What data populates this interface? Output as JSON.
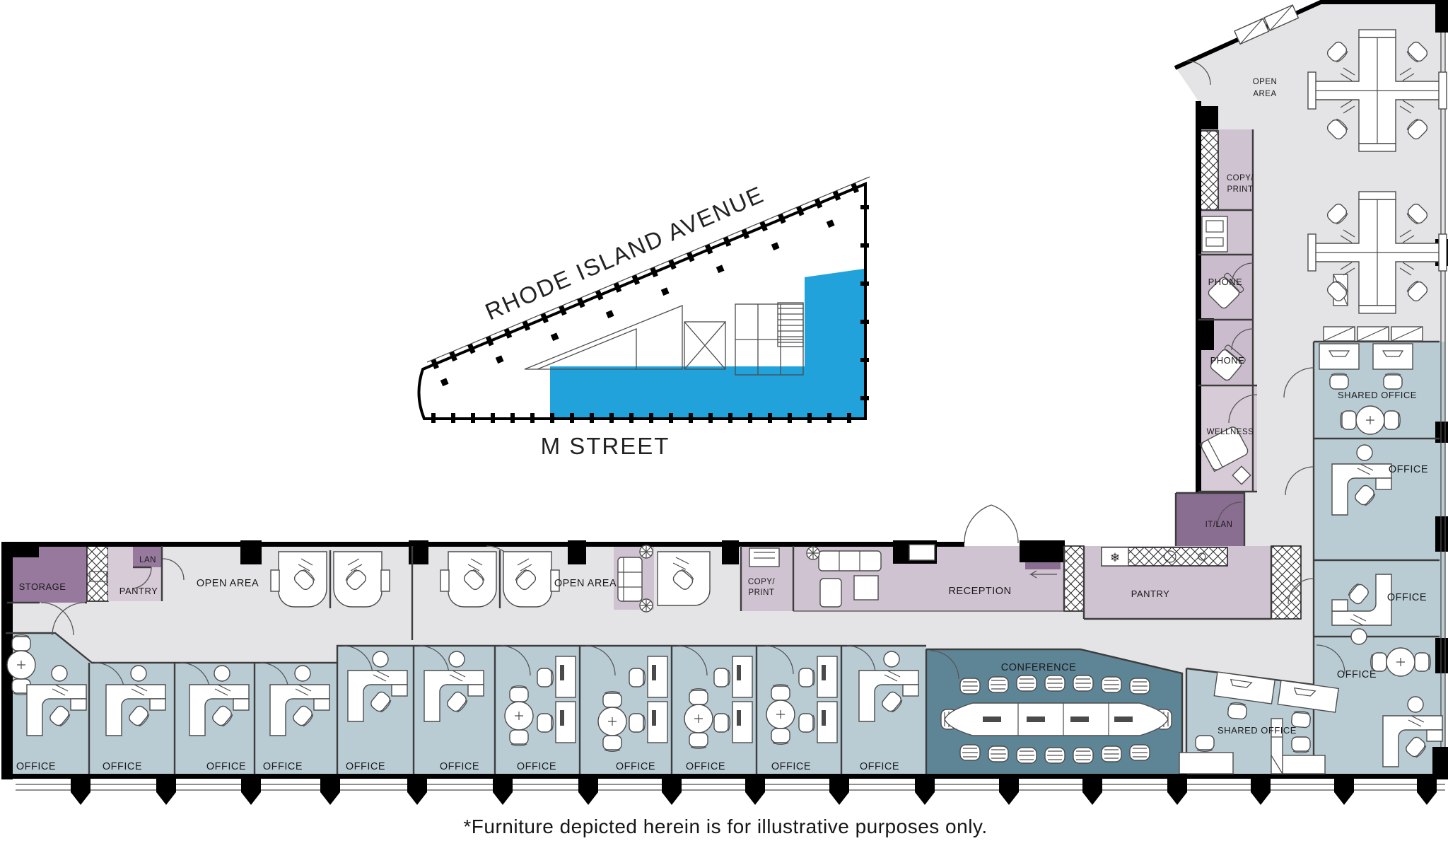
{
  "site_key": {
    "street_top": "RHODE ISLAND AVENUE",
    "street_bottom": "M STREET"
  },
  "labels": {
    "storage": "STORAGE",
    "lan": "LAN",
    "pantry": "PANTRY",
    "open_area": "OPEN AREA",
    "open": "OPEN",
    "area": "AREA",
    "copy": "COPY/",
    "print": "PRINT",
    "phone": "PHONE",
    "wellness": "WELLNESS",
    "it_lan": "IT/LAN",
    "reception": "RECEPTION",
    "conference": "CONFERENCE",
    "office": "OFFICE",
    "shared_office": "SHARED OFFICE"
  },
  "icons": {
    "snowflake": "❄"
  },
  "disclaimer": "*Furniture depicted herein is for illustrative purposes only.",
  "colors": {
    "office_blue": "#b9ccd4",
    "conference_teal": "#5e8596",
    "corridor_gray": "#e4e3e6",
    "mauve_light": "#d6cbd7",
    "mauve": "#cfc2d1",
    "mauve_mid": "#cbbccd",
    "purple": "#96799d",
    "purple_dark": "#8a6e91",
    "highlight_blue": "#21a2db",
    "wall_black": "#000000"
  }
}
